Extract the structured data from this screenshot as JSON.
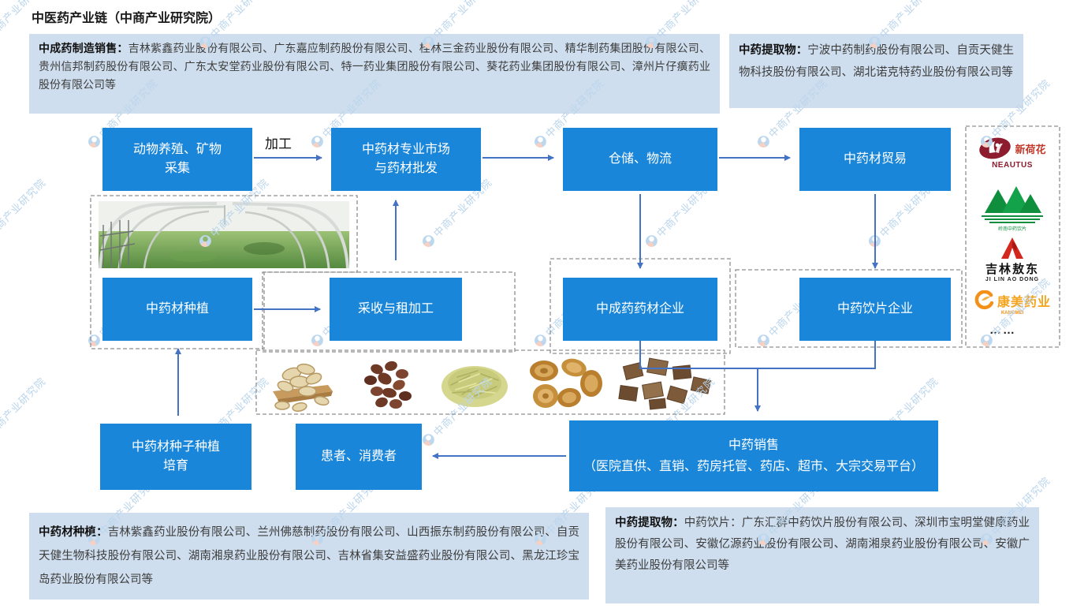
{
  "title": "中医药产业链（中商产业研究院）",
  "watermark": {
    "text": "中商产业研究院"
  },
  "info_boxes": {
    "top_left": {
      "label": "中成药制造销售：",
      "text": "吉林紫鑫药业股份有限公司、广东嘉应制药股份有限公司、桂林三金药业股份有限公司、精华制药集团股份有限公司、贵州信邦制药股份有限公司、广东太安堂药业股份有限公司、特一药业集团股份有限公司、葵花药业集团股份有限公司、漳州片仔癀药业股份有限公司等"
    },
    "top_right": {
      "label": "中药提取物：",
      "text": "宁波中药制药股份有限公司、自贡天健生物科技股份有限公司、湖北诺克特药业股份有限公司等"
    },
    "bottom_left": {
      "label": "中药材种植：",
      "text": "吉林紫鑫药业股份有限公司、兰州佛慈制药股份有限公司、山西振东制药股份有限公司、自贡天健生物科技股份有限公司、湖南湘泉药业股份有限公司、吉林省集安益盛药业股份有限公司、黑龙江珍宝岛药业股份有限公司等"
    },
    "bottom_right": {
      "label": "中药提取物：",
      "text": "中药饮片：广东汇群中药饮片股份有限公司、深圳市宝明堂健康药业股份有限公司、安徽亿源药业股份有限公司、湖南湘泉药业股份有限公司、安徽广美药业股份有限公司等"
    }
  },
  "flow": {
    "processing_label": "加工",
    "animal_line1": "动物养殖、矿物",
    "animal_line2": "采集",
    "market_line1": "中药材专业市场",
    "market_line2": "与药材批发",
    "storage": "仓储、物流",
    "trade": "中药材贸易",
    "planting": "中药材种植",
    "harvest": "采收与租加工",
    "patent_enterprise": "中成药药材企业",
    "pieces_enterprise": "中药饮片企业",
    "seed_line1": "中药材种子种植",
    "seed_line2": "培育",
    "patients": "患者、消费者",
    "sales_line1": "中药销售",
    "sales_line2": "（医院直供、直销、药房托管、药店、超市、大宗交易平台）"
  },
  "logos": {
    "neautus": {
      "cn": "新荷花",
      "en": "NEAUTUS"
    },
    "lingnan": {
      "caption": "岭南中药饮片"
    },
    "aodong": {
      "cn": "吉林敖东",
      "en": "JI LIN AO DONG"
    },
    "kangmei": {
      "cn": "康美药业",
      "en": "KANGMEI"
    },
    "more": "……"
  },
  "colors": {
    "node_blue": "#1a86d9",
    "panel_bg": "#cfdeee",
    "arrow": "#4472c4",
    "watermark": "#bad5ec"
  }
}
